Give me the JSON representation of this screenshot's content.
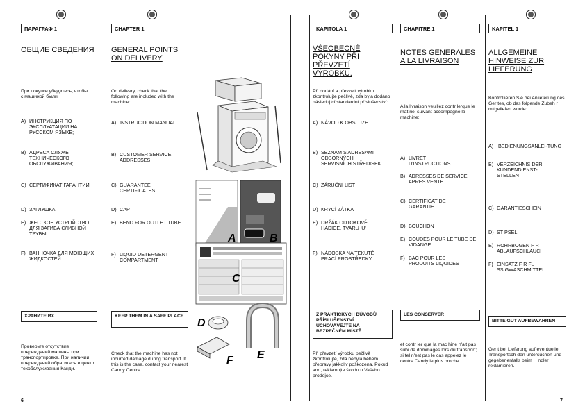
{
  "page_numbers": {
    "left": "6",
    "right": "7"
  },
  "columns": {
    "ru": {
      "flag": "RU",
      "chapter": "ПАРАГРАФ 1",
      "title": "ОБЩИЕ СВЕДЕНИЯ",
      "intro": "При покупке убедитесь, чтобы с машиной были:",
      "items": [
        {
          "k": "A)",
          "v": "ИНСТРУКЦИЯ ПО ЭКСПЛУАТАЦИИ НА РУССКОМ ЯЗЫКЕ;"
        },
        {
          "k": "B)",
          "v": "АДРЕСА СЛУЖБ ТЕХНИЧЕСКОГО ОБСЛУЖИВАНИЯ;"
        },
        {
          "k": "C)",
          "v": "СЕРТИФИКАТ ГАРАНТИИ;"
        },
        {
          "k": "D)",
          "v": "ЗАГЛУШКА;"
        },
        {
          "k": "E)",
          "v": "ЖЕСТКОЕ УСТРОЙСТВО ДЛЯ ЗАГИБА СЛИВНОЙ ТРУБЫ;"
        },
        {
          "k": "F)",
          "v": "ВАННОЧКА ДЛЯ МОЮЩИХ ЖИДКОСТЕЙ."
        }
      ],
      "keep": "ХРАНИТЕ ИХ",
      "note": "Проверьте отсутствие повреждений машины при транспортировке. При наличии повреждений обратитесь в центр техобслуживания Канди."
    },
    "en": {
      "flag": "GB",
      "chapter": "CHAPTER 1",
      "title": "GENERAL POINTS ON DELIVERY",
      "intro": "On delivery, check that the following are included with the machine:",
      "items": [
        {
          "k": "A)",
          "v": "INSTRUCTION MANUAL"
        },
        {
          "k": "B)",
          "v": "CUSTOMER SERVICE ADDRESSES"
        },
        {
          "k": "C)",
          "v": "GUARANTEE CERTIFICATES"
        },
        {
          "k": "D)",
          "v": "CAP"
        },
        {
          "k": "E)",
          "v": "BEND FOR OUTLET TUBE"
        },
        {
          "k": "F)",
          "v": "LIQUID DETERGENT COMPARTMENT"
        }
      ],
      "keep": "KEEP THEM IN A SAFE PLACE",
      "note": "Check that the machine has not incurred damage during transport. If this is the case, contact your nearest Candy Centre."
    },
    "cz": {
      "flag": "CZ",
      "chapter": "KAPITOLA 1",
      "title": "VŠEOBECNÉ POKYNY PŘI PŘEVZETÍ VÝROBKU.",
      "intro": "Při dodání a převzetí výrobku zkontrolujte pečlivě, zda byla dodáno následující standardní příslušenství:",
      "items": [
        {
          "k": "A)",
          "v": "NÁVOD K OBSLUZE"
        },
        {
          "k": "B)",
          "v": "SEZNAM S ADRESAMI ODBORNÝCH SERVISNÍCH STŘEDISEK"
        },
        {
          "k": "C)",
          "v": "ZÁRUČNÍ LIST"
        },
        {
          "k": "D)",
          "v": "KRYCÍ ZÁTKA"
        },
        {
          "k": "E)",
          "v": "DRŽÁK ODTOKOVÉ HADICE, TVARU 'U'"
        },
        {
          "k": "F)",
          "v": "NÁDOBKA NA TEKUTÉ PRACÍ PROSTŘEDKY"
        }
      ],
      "keep": "Z PRAKTICKÝCH DŮVODŮ PŘÍSLUŠENSTVÍ UCHOVÁVEJTE NA BEZPEČNÉM MÍSTĚ.",
      "note": "Při převzetí výrobku pečlivě zkontrolujte, zda nebyla během přepravy jakkoliv poškozena. Pokud ano, reklamujte škodu u Vašeho prodejce."
    },
    "fr": {
      "flag": "F",
      "chapter": "CHAPITRE 1",
      "title": "NOTES GENERALES A LA LIVRAISON",
      "intro": "A la livraison veuillez contr lerque le mat riel suivant accompagne la machine:",
      "items": [
        {
          "k": "A)",
          "v": "LIVRET D'INSTRUCTIONS"
        },
        {
          "k": "B)",
          "v": "ADRESSES DE SERVICE APRES VENTE"
        },
        {
          "k": "C)",
          "v": "CERTIFICAT DE GARANTIE"
        },
        {
          "k": "D)",
          "v": "BOUCHON"
        },
        {
          "k": "E)",
          "v": "COUDES POUR LE TUBE DE VIDANGE"
        },
        {
          "k": "F)",
          "v": "BAC POUR LES PRODUITS LIQUIDES"
        }
      ],
      "keep": "LES CONSERVER",
      "note": "et contr ler que la mac hine n'ait pas subi de dommages lors du transport; si tel n'est pas le cas appelez le centre Candy le plus proche."
    },
    "de": {
      "flag": "DE",
      "chapter": "KAPITEL 1",
      "title": "ALLGEMEINE HINWEISE ZUR LIEFERUNG",
      "intro": "Kontrollieren Sie bei Anlieferung des Ger tes, ob das folgende Zubeh r mitgeliefert wurde:",
      "items": [
        {
          "k": "A)",
          "v": "BEDIENUNGSANLEI-TUNG"
        },
        {
          "k": "B)",
          "v": "VERZEICHNIS DER KUNDENDIENST-STELLEN"
        },
        {
          "k": "C)",
          "v": "GARANTIESCHEIN"
        },
        {
          "k": "D)",
          "v": "ST PSEL"
        },
        {
          "k": "E)",
          "v": "ROHRBOGEN F R ABLAUFSCHLAUCH"
        },
        {
          "k": "F)",
          "v": "EINSATZ F R FL SSIGWASCHMITTEL"
        }
      ],
      "keep": "BITTE GUT AUFBEWAHREN",
      "note": "Ger t bei Lieferung auf eventuelle Transportsch den untersuchen und gegebenenfalls beim H ndler reklamieren."
    }
  },
  "figure": {
    "labels": {
      "a": "A",
      "b": "B",
      "c": "C",
      "d": "D",
      "e": "E",
      "f": "F"
    }
  }
}
